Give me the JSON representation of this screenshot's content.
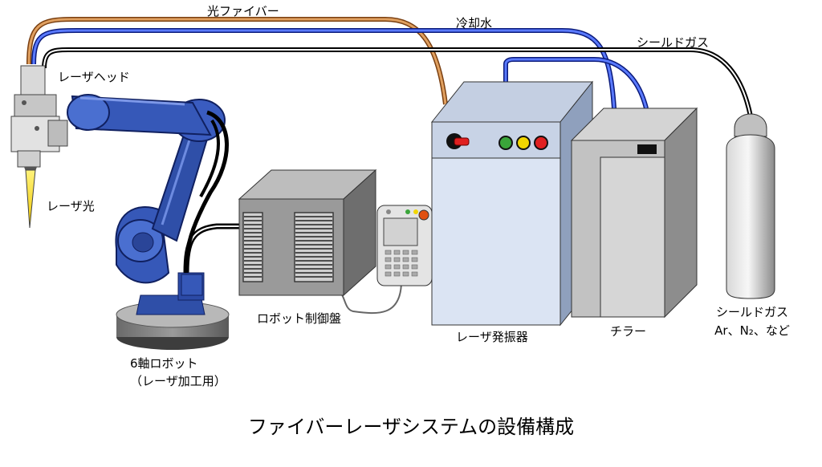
{
  "labels": {
    "fiber": "光ファイバー",
    "cooling_water": "冷却水",
    "shield_gas_line": "シールドガス",
    "laser_head": "レーザヘッド",
    "laser_beam": "レーザ光",
    "robot_controller": "ロボット制御盤",
    "laser_oscillator": "レーザ発振器",
    "chiller": "チラー",
    "gas_cylinder": "シールドガス",
    "gas_types": "Ar、N₂、など",
    "robot_line1": "6軸ロボット",
    "robot_line2": "（レーザ加工用）"
  },
  "title": "ファイバーレーザシステムの設備構成",
  "colors": {
    "fiber_line": "#c8742f",
    "water_line": "#1f3fd6",
    "gas_line": "#1a1a1a",
    "robot_blue": "#2f4fa8",
    "oscillator_face": "#dbe4f3",
    "panel_gray": "#9a9a9a",
    "beam_yellow": "#f5d80a",
    "lamp_green": "#3aa53a",
    "lamp_yellow": "#f2d600",
    "lamp_red": "#e02020"
  }
}
